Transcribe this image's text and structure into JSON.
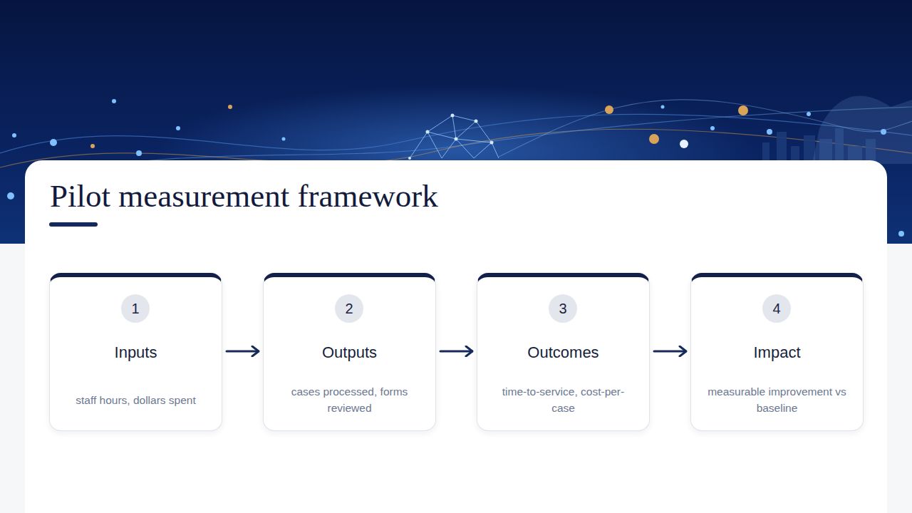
{
  "diagram": {
    "title": "Pilot measurement framework",
    "nodes": [
      {
        "text": [
          "Inputs",
          "staff hours, dollars spent"
        ]
      },
      {
        "text": [
          "1"
        ],
        "in": 0
      },
      {
        "text": [
          "Outputs",
          "cases processed, forms reviewed"
        ]
      },
      {
        "text": [
          "2"
        ],
        "in": 2
      },
      {
        "text": [
          "Outcomes",
          "time-to-service, cost-per-case"
        ]
      },
      {
        "text": [
          "3"
        ],
        "in": 4
      },
      {
        "text": [
          "Impact",
          "measurable improvement vs baseline"
        ]
      },
      {
        "text": [
          "4"
        ],
        "in": 6
      }
    ],
    "edges": [
      {
        "from": 0,
        "to": 2,
        "arrow": "to"
      },
      {
        "from": 2,
        "to": 4,
        "arrow": "to"
      },
      {
        "from": 4,
        "to": 6,
        "arrow": "to"
      }
    ]
  }
}
